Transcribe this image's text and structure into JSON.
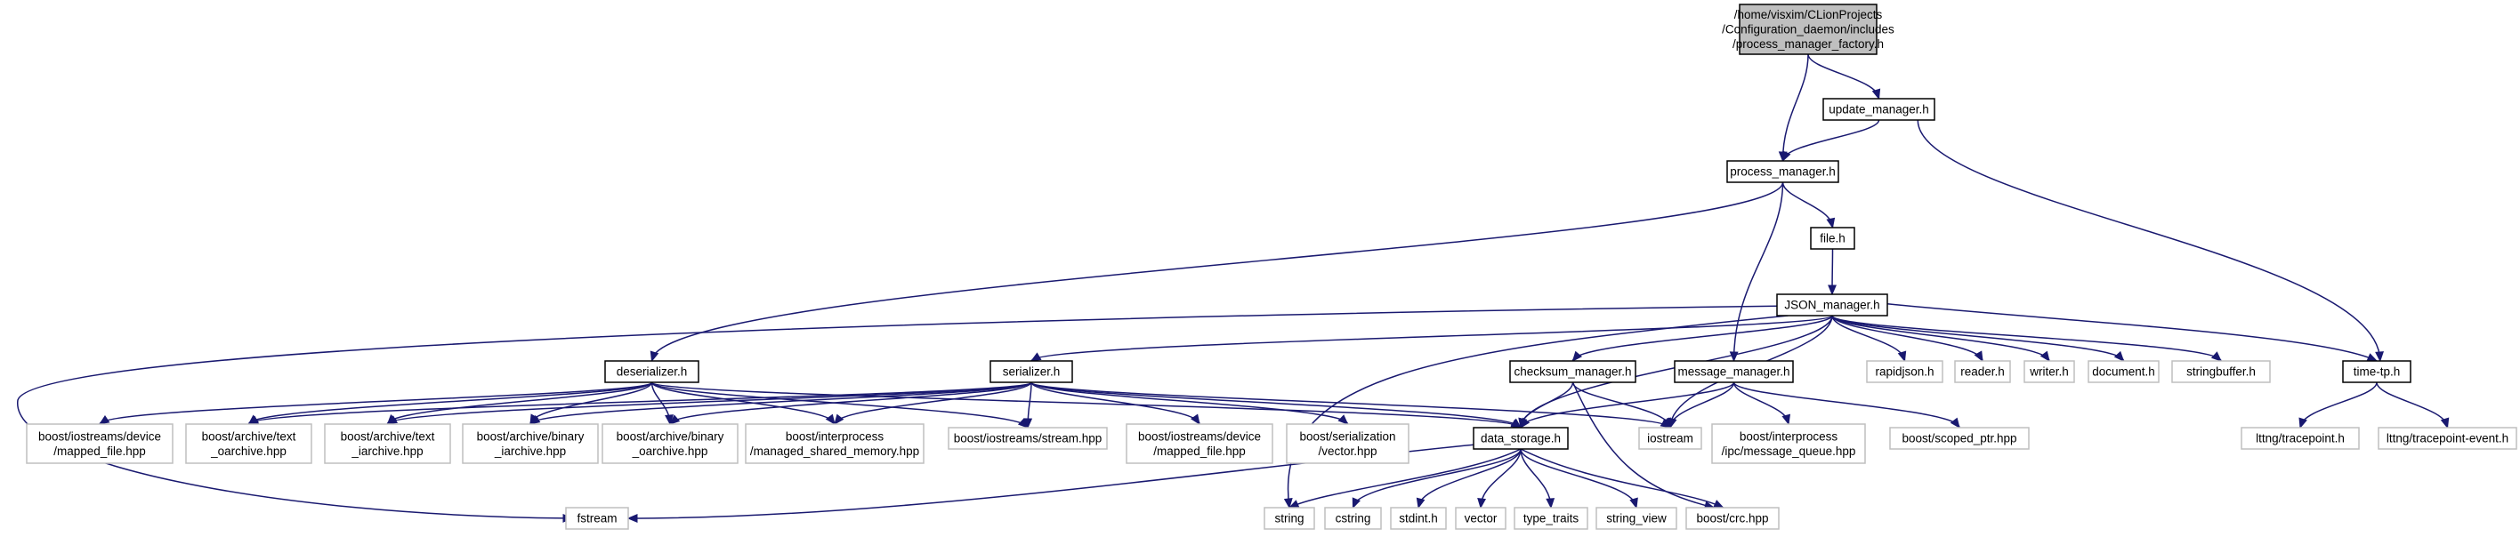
{
  "colors": {
    "edge": "#191970",
    "root_fill": "#bfbfbf",
    "root_stroke": "#000000",
    "internal_fill": "#ffffff",
    "internal_stroke": "#000000",
    "external_fill": "#ffffff",
    "external_stroke": "#bfbfbf",
    "background": "#ffffff"
  },
  "nodes": [
    {
      "id": "root",
      "kind": "root",
      "lines": [
        "/home/visxim/CLionProjects",
        "/Configuration_daemon/includes",
        "/process_manager_factory.h"
      ]
    },
    {
      "id": "update_manager",
      "kind": "internal",
      "lines": [
        "update_manager.h"
      ]
    },
    {
      "id": "process_manager",
      "kind": "internal",
      "lines": [
        "process_manager.h"
      ]
    },
    {
      "id": "file",
      "kind": "internal",
      "lines": [
        "file.h"
      ]
    },
    {
      "id": "json_manager",
      "kind": "internal",
      "lines": [
        "JSON_manager.h"
      ]
    },
    {
      "id": "deserializer",
      "kind": "internal",
      "lines": [
        "deserializer.h"
      ]
    },
    {
      "id": "serializer",
      "kind": "internal",
      "lines": [
        "serializer.h"
      ]
    },
    {
      "id": "checksum_manager",
      "kind": "internal",
      "lines": [
        "checksum_manager.h"
      ]
    },
    {
      "id": "message_manager",
      "kind": "internal",
      "lines": [
        "message_manager.h"
      ]
    },
    {
      "id": "time_tp",
      "kind": "internal",
      "lines": [
        "time-tp.h"
      ]
    },
    {
      "id": "data_storage",
      "kind": "internal",
      "lines": [
        "data_storage.h"
      ]
    },
    {
      "id": "rapidjson",
      "kind": "external",
      "lines": [
        "rapidjson.h"
      ]
    },
    {
      "id": "reader",
      "kind": "external",
      "lines": [
        "reader.h"
      ]
    },
    {
      "id": "writer",
      "kind": "external",
      "lines": [
        "writer.h"
      ]
    },
    {
      "id": "document",
      "kind": "external",
      "lines": [
        "document.h"
      ]
    },
    {
      "id": "stringbuffer",
      "kind": "external",
      "lines": [
        "stringbuffer.h"
      ]
    },
    {
      "id": "mapped_file_left",
      "kind": "external",
      "lines": [
        "boost/iostreams/device",
        "/mapped_file.hpp"
      ]
    },
    {
      "id": "text_oarchive",
      "kind": "external",
      "lines": [
        "boost/archive/text",
        "_oarchive.hpp"
      ]
    },
    {
      "id": "text_iarchive",
      "kind": "external",
      "lines": [
        "boost/archive/text",
        "_iarchive.hpp"
      ]
    },
    {
      "id": "binary_iarchive",
      "kind": "external",
      "lines": [
        "boost/archive/binary",
        "_iarchive.hpp"
      ]
    },
    {
      "id": "binary_oarchive",
      "kind": "external",
      "lines": [
        "boost/archive/binary",
        "_oarchive.hpp"
      ]
    },
    {
      "id": "managed_shared_memory",
      "kind": "external",
      "lines": [
        "boost/interprocess",
        "/managed_shared_memory.hpp"
      ]
    },
    {
      "id": "stream",
      "kind": "external",
      "lines": [
        "boost/iostreams/stream.hpp"
      ]
    },
    {
      "id": "mapped_file_right",
      "kind": "external",
      "lines": [
        "boost/iostreams/device",
        "/mapped_file.hpp"
      ]
    },
    {
      "id": "serialization_vector",
      "kind": "external",
      "lines": [
        "boost/serialization",
        "/vector.hpp"
      ]
    },
    {
      "id": "iostream",
      "kind": "external",
      "lines": [
        "iostream"
      ]
    },
    {
      "id": "message_queue",
      "kind": "external",
      "lines": [
        "boost/interprocess",
        "/ipc/message_queue.hpp"
      ]
    },
    {
      "id": "scoped_ptr",
      "kind": "external",
      "lines": [
        "boost/scoped_ptr.hpp"
      ]
    },
    {
      "id": "tracepoint",
      "kind": "external",
      "lines": [
        "lttng/tracepoint.h"
      ]
    },
    {
      "id": "tracepoint_event",
      "kind": "external",
      "lines": [
        "lttng/tracepoint-event.h"
      ]
    },
    {
      "id": "fstream",
      "kind": "external",
      "lines": [
        "fstream"
      ]
    },
    {
      "id": "string",
      "kind": "external",
      "lines": [
        "string"
      ]
    },
    {
      "id": "cstring",
      "kind": "external",
      "lines": [
        "cstring"
      ]
    },
    {
      "id": "stdint",
      "kind": "external",
      "lines": [
        "stdint.h"
      ]
    },
    {
      "id": "vector",
      "kind": "external",
      "lines": [
        "vector"
      ]
    },
    {
      "id": "type_traits",
      "kind": "external",
      "lines": [
        "type_traits"
      ]
    },
    {
      "id": "string_view",
      "kind": "external",
      "lines": [
        "string_view"
      ]
    },
    {
      "id": "crc",
      "kind": "external",
      "lines": [
        "boost/crc.hpp"
      ]
    }
  ],
  "edges": [
    [
      "root",
      "process_manager"
    ],
    [
      "root",
      "update_manager"
    ],
    [
      "update_manager",
      "process_manager"
    ],
    [
      "update_manager",
      "time_tp"
    ],
    [
      "process_manager",
      "deserializer"
    ],
    [
      "process_manager",
      "file"
    ],
    [
      "process_manager",
      "message_manager"
    ],
    [
      "file",
      "json_manager"
    ],
    [
      "json_manager",
      "fstream"
    ],
    [
      "json_manager",
      "serializer"
    ],
    [
      "json_manager",
      "checksum_manager"
    ],
    [
      "json_manager",
      "string"
    ],
    [
      "json_manager",
      "data_storage"
    ],
    [
      "json_manager",
      "iostream"
    ],
    [
      "json_manager",
      "rapidjson"
    ],
    [
      "json_manager",
      "reader"
    ],
    [
      "json_manager",
      "writer"
    ],
    [
      "json_manager",
      "document"
    ],
    [
      "json_manager",
      "stringbuffer"
    ],
    [
      "json_manager",
      "time_tp"
    ],
    [
      "deserializer",
      "mapped_file_left"
    ],
    [
      "deserializer",
      "text_oarchive"
    ],
    [
      "deserializer",
      "text_iarchive"
    ],
    [
      "deserializer",
      "binary_iarchive"
    ],
    [
      "deserializer",
      "binary_oarchive"
    ],
    [
      "deserializer",
      "managed_shared_memory"
    ],
    [
      "deserializer",
      "stream"
    ],
    [
      "deserializer",
      "data_storage"
    ],
    [
      "serializer",
      "text_oarchive"
    ],
    [
      "serializer",
      "text_iarchive"
    ],
    [
      "serializer",
      "binary_iarchive"
    ],
    [
      "serializer",
      "binary_oarchive"
    ],
    [
      "serializer",
      "managed_shared_memory"
    ],
    [
      "serializer",
      "stream"
    ],
    [
      "serializer",
      "mapped_file_right"
    ],
    [
      "serializer",
      "serialization_vector"
    ],
    [
      "serializer",
      "data_storage"
    ],
    [
      "serializer",
      "iostream"
    ],
    [
      "checksum_manager",
      "data_storage"
    ],
    [
      "checksum_manager",
      "iostream"
    ],
    [
      "checksum_manager",
      "crc"
    ],
    [
      "message_manager",
      "data_storage"
    ],
    [
      "message_manager",
      "iostream"
    ],
    [
      "message_manager",
      "message_queue"
    ],
    [
      "message_manager",
      "scoped_ptr"
    ],
    [
      "time_tp",
      "tracepoint"
    ],
    [
      "time_tp",
      "tracepoint_event"
    ],
    [
      "data_storage",
      "fstream"
    ],
    [
      "data_storage",
      "string"
    ],
    [
      "data_storage",
      "cstring"
    ],
    [
      "data_storage",
      "stdint"
    ],
    [
      "data_storage",
      "vector"
    ],
    [
      "data_storage",
      "type_traits"
    ],
    [
      "data_storage",
      "string_view"
    ],
    [
      "data_storage",
      "crc"
    ]
  ]
}
